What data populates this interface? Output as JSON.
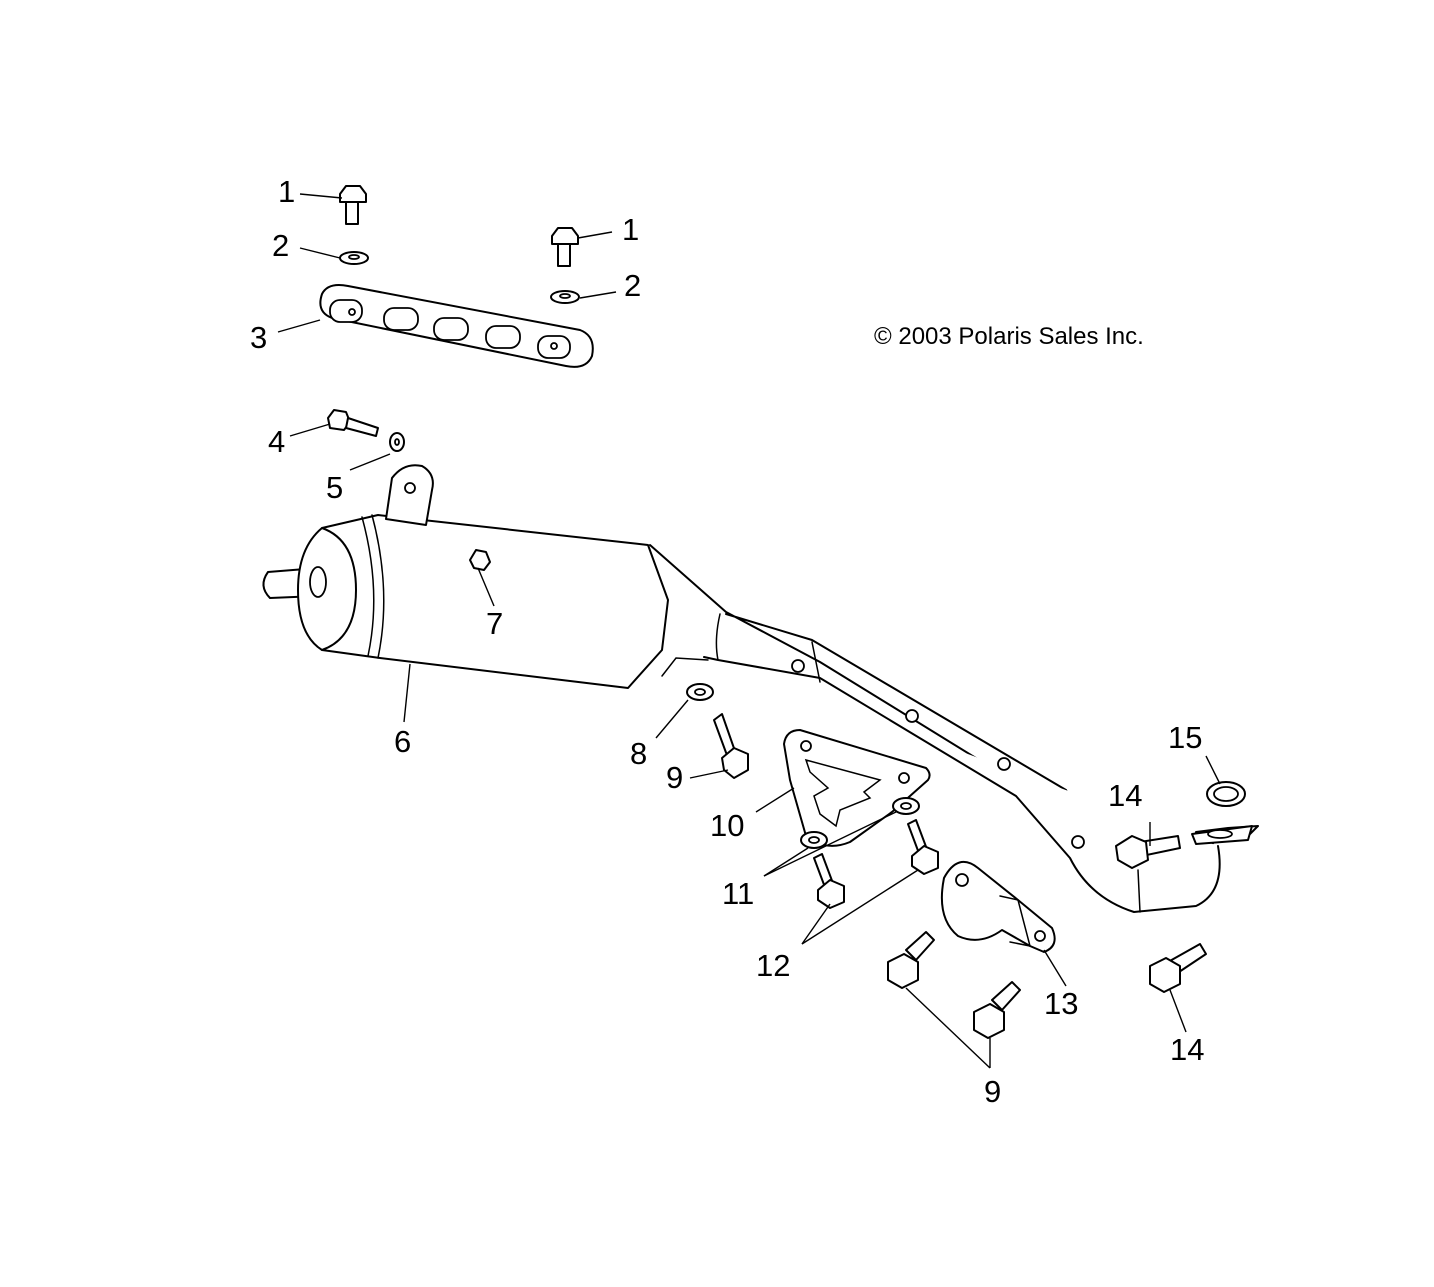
{
  "copyright": "© 2003 Polaris Sales Inc.",
  "callouts": [
    "1",
    "1",
    "2",
    "2",
    "3",
    "4",
    "5",
    "6",
    "7",
    "8",
    "9",
    "9",
    "10",
    "11",
    "12",
    "13",
    "14",
    "14",
    "15"
  ]
}
